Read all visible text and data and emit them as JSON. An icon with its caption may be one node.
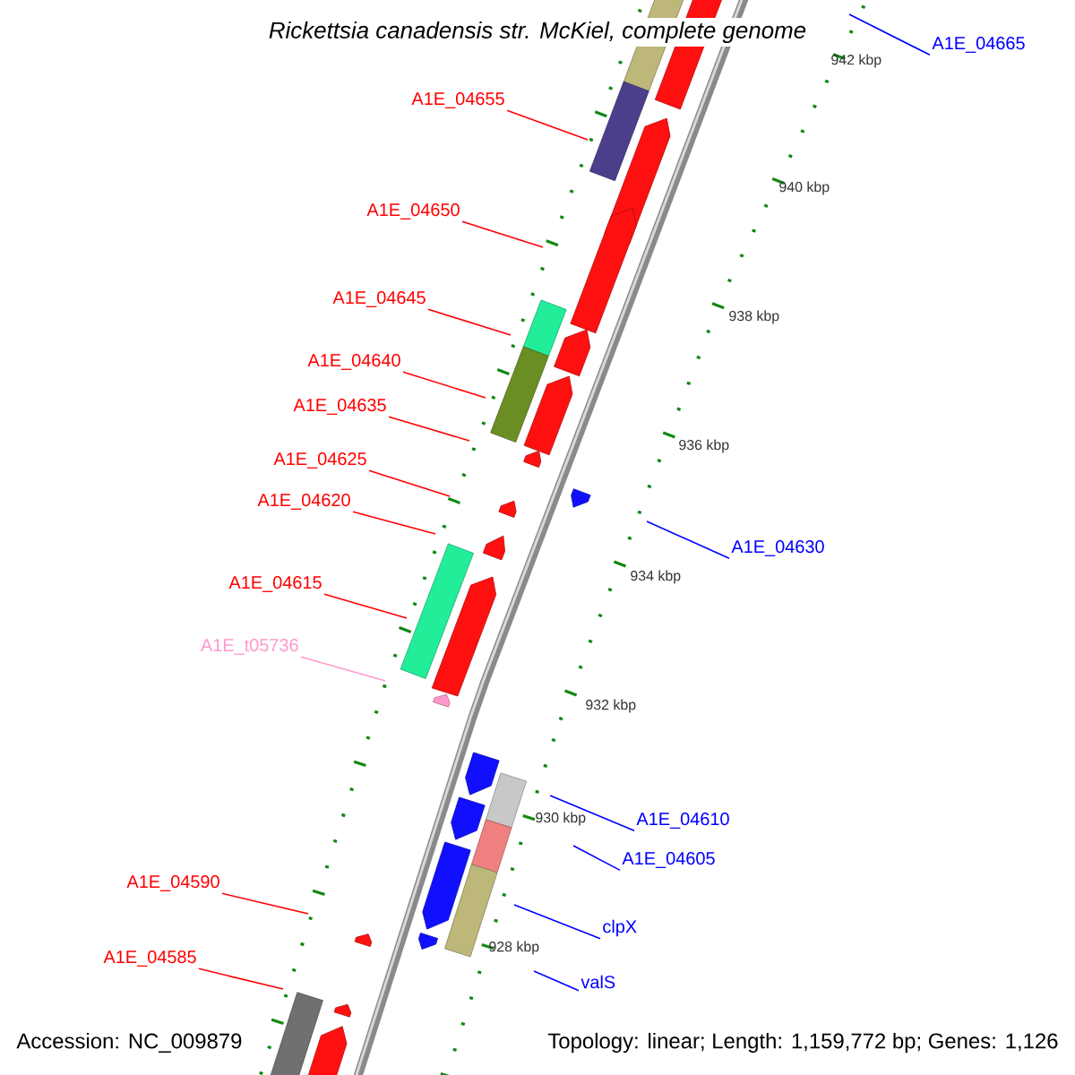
{
  "diagram": {
    "title": "Rickettsia canadensis str. McKiel, complete genome",
    "nodes": [
      {
        "text": [
          "A1E_04665"
        ]
      },
      {
        "text": [
          "A1E_04655"
        ]
      },
      {
        "text": [
          "A1E_04650"
        ]
      },
      {
        "text": [
          "A1E_04645"
        ]
      },
      {
        "text": [
          "A1E_04640"
        ]
      },
      {
        "text": [
          "A1E_04635"
        ]
      },
      {
        "text": [
          "A1E_04625"
        ]
      },
      {
        "text": [
          "A1E_04620"
        ]
      },
      {
        "text": [
          "A1E_04630"
        ]
      },
      {
        "text": [
          "A1E_04615"
        ]
      },
      {
        "text": [
          "A1E_t05736"
        ]
      },
      {
        "text": [
          "A1E_04610"
        ]
      },
      {
        "text": [
          "A1E_04605"
        ]
      },
      {
        "text": [
          "A1E_04590"
        ]
      },
      {
        "text": [
          "clpX"
        ]
      },
      {
        "text": [
          "A1E_04585"
        ]
      },
      {
        "text": [
          "valS"
        ]
      }
    ],
    "edges": [
      {
        "from": 0,
        "to": null,
        "arrow": "none",
        "color": "#0000ff"
      },
      {
        "from": 1,
        "to": null,
        "arrow": "none"
      },
      {
        "from": 2,
        "to": null,
        "arrow": "none"
      },
      {
        "from": 3,
        "to": null,
        "arrow": "none"
      },
      {
        "from": 4,
        "to": null,
        "arrow": "none"
      },
      {
        "from": 5,
        "to": null,
        "arrow": "none"
      },
      {
        "from": 6,
        "to": null,
        "arrow": "none"
      },
      {
        "from": 7,
        "to": null,
        "arrow": "none"
      },
      {
        "from": 8,
        "to": null,
        "arrow": "none",
        "color": "#0000ff"
      },
      {
        "from": 9,
        "to": null,
        "arrow": "none"
      },
      {
        "from": 10,
        "to": null,
        "arrow": "none",
        "color": "#ff99cc"
      },
      {
        "from": 11,
        "to": null,
        "arrow": "none",
        "color": "#0000ff"
      },
      {
        "from": 12,
        "to": null,
        "arrow": "none",
        "color": "#0000ff"
      },
      {
        "from": 13,
        "to": null,
        "arrow": "none"
      },
      {
        "from": 14,
        "to": null,
        "arrow": "none",
        "color": "#0000ff"
      },
      {
        "from": 15,
        "to": null,
        "arrow": "none"
      },
      {
        "from": 16,
        "to": null,
        "arrow": "none",
        "color": "#0000ff"
      }
    ],
    "labels": [
      "942 kbp",
      "940 kbp",
      "938 kbp",
      "936 kbp",
      "934 kbp",
      "932 kbp",
      "930 kbp",
      "928 kbp",
      "Accession: NC_009879",
      "Topology: linear; Length: 1,159,772 bp; Genes: 1,126"
    ]
  }
}
